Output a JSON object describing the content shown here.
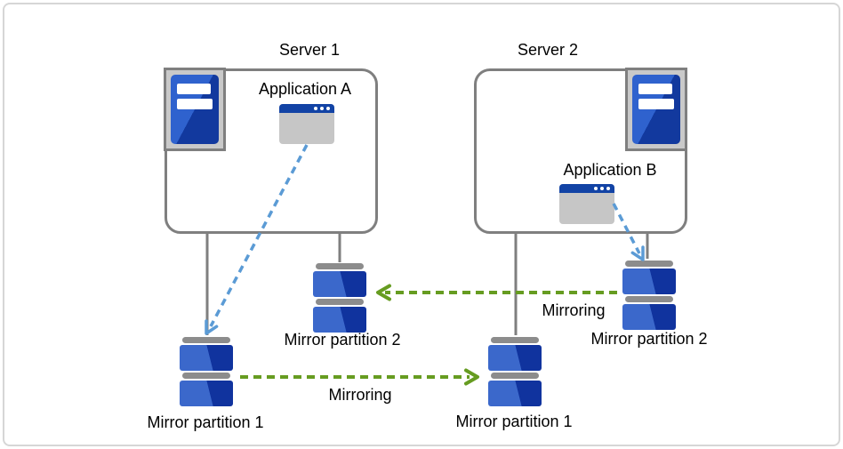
{
  "colors": {
    "box-border": "#7f7f7f",
    "connector-gray": "#7f7f7f",
    "arrow-green": "#669c21",
    "arrow-blue": "#5b9bd5",
    "db-blue-light": "#3b68cb",
    "db-blue-dark": "#10339e",
    "server-blue-light": "#2f62ce",
    "server-blue-dark": "#12399e",
    "icon-frame-gray": "#c9c9c9",
    "window-title-blue": "#1243a5",
    "window-body-gray": "#c6c6c6",
    "bar-gray": "#8c8c8c"
  },
  "servers": [
    {
      "label": "Server 1",
      "application": {
        "label": "Application A"
      }
    },
    {
      "label": "Server 2",
      "application": {
        "label": "Application B"
      }
    }
  ],
  "partitions": [
    {
      "label": "Mirror partition 1"
    },
    {
      "label": "Mirror partition 2"
    },
    {
      "label": "Mirror partition 1"
    },
    {
      "label": "Mirror partition 2"
    }
  ],
  "mirroring_arrows": [
    {
      "label": "Mirroring",
      "direction": "left"
    },
    {
      "label": "Mirroring",
      "direction": "right"
    }
  ]
}
